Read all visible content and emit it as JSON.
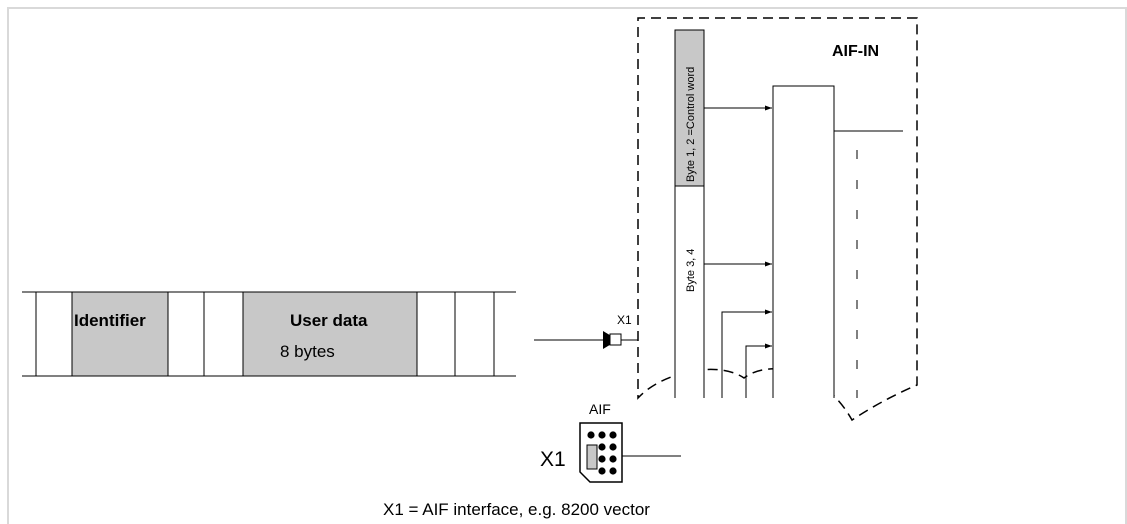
{
  "frame_title": "AIF-IN",
  "byte_labels": {
    "byte12": "Byte 1, 2 =Control word",
    "byte34": "Byte 3, 4"
  },
  "telegram": {
    "identifier": "Identifier",
    "user_data": "User data",
    "user_data_size": "8 bytes"
  },
  "connector": {
    "x1_small": "X1",
    "aif_label": "AIF",
    "x1_large": "X1"
  },
  "caption": "X1 = AIF interface, e.g. 8200 vector",
  "colors": {
    "shaded_fill": "#c8c8c8",
    "line": "#000000",
    "border": "#d9d9d9"
  }
}
